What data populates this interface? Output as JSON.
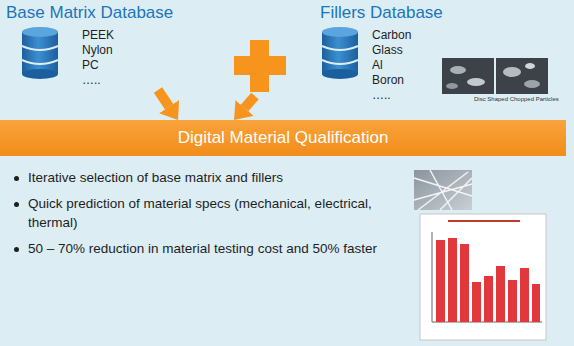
{
  "diagram": {
    "nodes": [
      {
        "text": [
          "Base Matrix Database",
          "PEEK",
          "Nylon",
          "PC",
          "….."
        ]
      },
      {
        "text": [
          "Fillers Database",
          "Carbon",
          "Glass",
          "Al",
          "Boron",
          "….."
        ]
      },
      {
        "text": [
          "Digital Material Qualification"
        ]
      }
    ],
    "edges": [
      {
        "from": 0,
        "to": 2,
        "arrow": "to"
      },
      {
        "from": 1,
        "to": 2,
        "arrow": "to"
      }
    ],
    "labels": [
      "Disc Shaped Chopped Particles",
      "Iterative selection of base matrix and fillers",
      "Quick prediction of material specs (mechanical, electrical, thermal)",
      "50 – 70% reduction in material testing cost and 50% faster"
    ]
  }
}
